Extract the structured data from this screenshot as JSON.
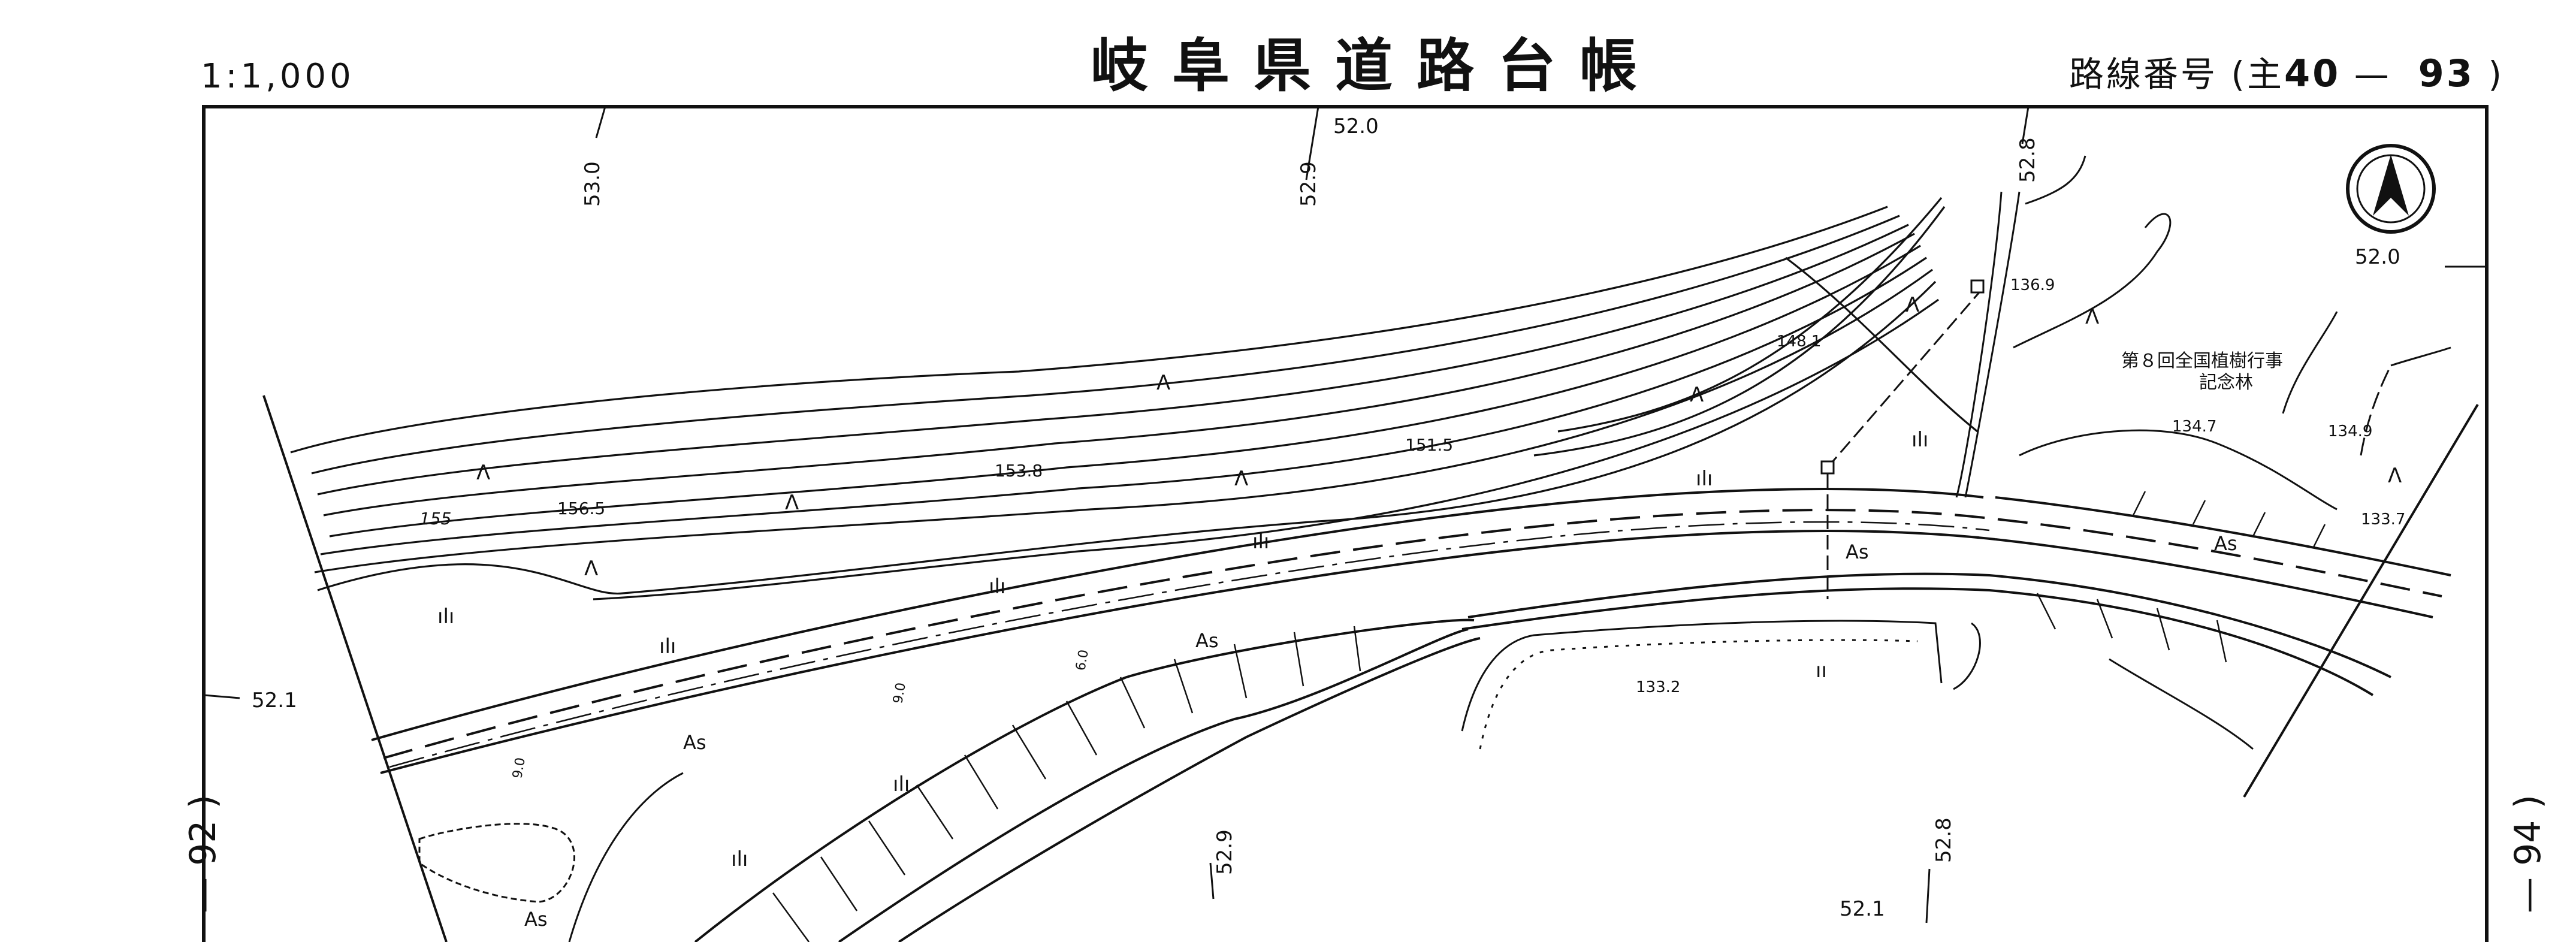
{
  "header": {
    "scale": "1:1,000",
    "title": "岐阜県道路台帳",
    "route_prefix": "路線番号 (主",
    "route_number": "40",
    "route_dash": "—",
    "route_sheet": "93",
    "route_suffix": ")"
  },
  "adjacent_sheets": {
    "left": "— 92 )",
    "right": "— 94 )"
  },
  "elevations": {
    "e1": "53.0",
    "e2": "52.0",
    "e3": "52.9",
    "e4": "52.8",
    "e5": "52.0",
    "e6": "136.9",
    "e7": "148.1",
    "e8": "151.5",
    "e9": "153.8",
    "e10": "156.5",
    "e11": "155",
    "e12": "134.7",
    "e13": "134.9",
    "e14": "133.7",
    "e15": "52.1",
    "e16": "133.2",
    "e17": "52.9",
    "e18": "52.8",
    "e19": "52.1"
  },
  "place_label": {
    "line1": "第８回全国植樹行事",
    "line2": "記念林"
  },
  "surface": {
    "as1": "As",
    "as2": "As",
    "as3": "As",
    "as4": "As",
    "as5": "As"
  },
  "dims": {
    "d1": "9.0",
    "d2": "9.0",
    "d3": "6.0"
  },
  "north_symbol": "north-arrow"
}
